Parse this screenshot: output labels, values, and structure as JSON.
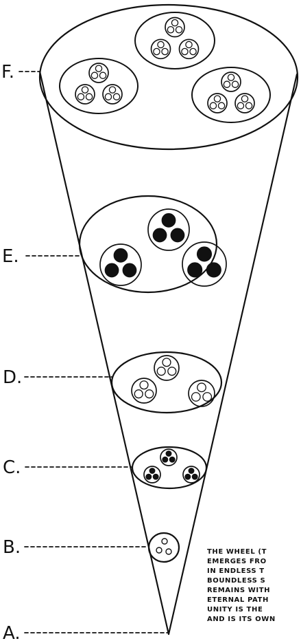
{
  "levels": [
    {
      "label": "F."
    },
    {
      "label": "E."
    },
    {
      "label": "D."
    },
    {
      "label": "C."
    },
    {
      "label": "B."
    },
    {
      "label": "A."
    }
  ],
  "caption_lines": [
    "THE WHEEL (T",
    "EMERGES FRO",
    "IN ENDLESS T",
    "BOUNDLESS S",
    "REMAINS WITH",
    "ETERNAL PATH",
    "UNITY IS THE",
    "AND IS ITS OWN"
  ],
  "colors": {
    "ink": "#111111",
    "paper": "#ffffff"
  }
}
